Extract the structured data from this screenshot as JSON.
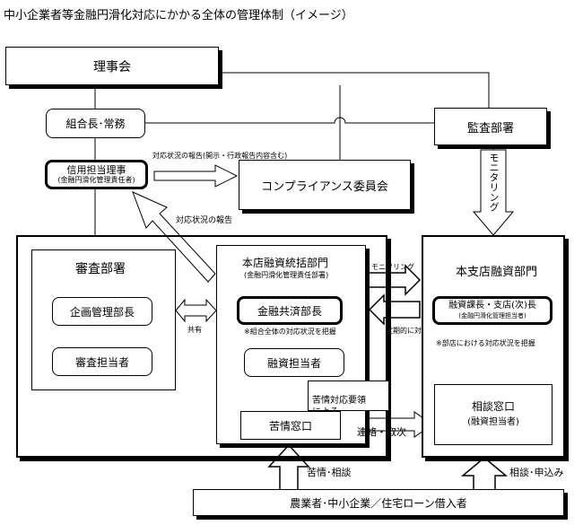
{
  "title": "中小企業者等金融円滑化対応にかかる全体の管理体制（イメージ）",
  "boxes": {
    "board": "理事会",
    "president": "組合長･常務",
    "credit_director": "信用担当理事",
    "credit_director_sub": "(金融円滑化管理責任者)",
    "compliance": "コンプライアンス委員会",
    "audit": "監査部署",
    "monitoring_vertical": "モニタリング",
    "review_dept": "審査部署",
    "planning_manager": "企画管理部長",
    "review_staff": "審査担当者",
    "hq_finance": "本店融資統括部門",
    "hq_finance_sub": "(金融円滑化管理責任部署)",
    "finance_coop_manager": "金融共済部長",
    "finance_coop_note": "※組合全体の対応状況を把握",
    "loan_staff": "融資担当者",
    "complaint_guide": "苦情対応要領\nによる",
    "complaint_window": "苦情窓口",
    "branch_finance": "本支店融資部門",
    "branch_manager": "融資課長・支店(次)長",
    "branch_manager_sub": "(金融円滑化管理担当者)",
    "branch_note": "※部店における対応状況を把握",
    "consult_window": "相談窓口",
    "consult_window_sub": "(融資担当者)",
    "borrowers": "農業者･中小企業／住宅ローン借入者"
  },
  "labels": {
    "report_to_compliance": "対応状況の報告(開示・行政報告内容含む)",
    "report_up": "対応状況の報告",
    "share": "共有",
    "monitoring": "モニタリング",
    "periodic_report": "定期的に対応状況報告",
    "contact_handover": "連絡・取次",
    "complaint_consult": "苦情･相談",
    "consult_apply": "相談･申込み"
  }
}
